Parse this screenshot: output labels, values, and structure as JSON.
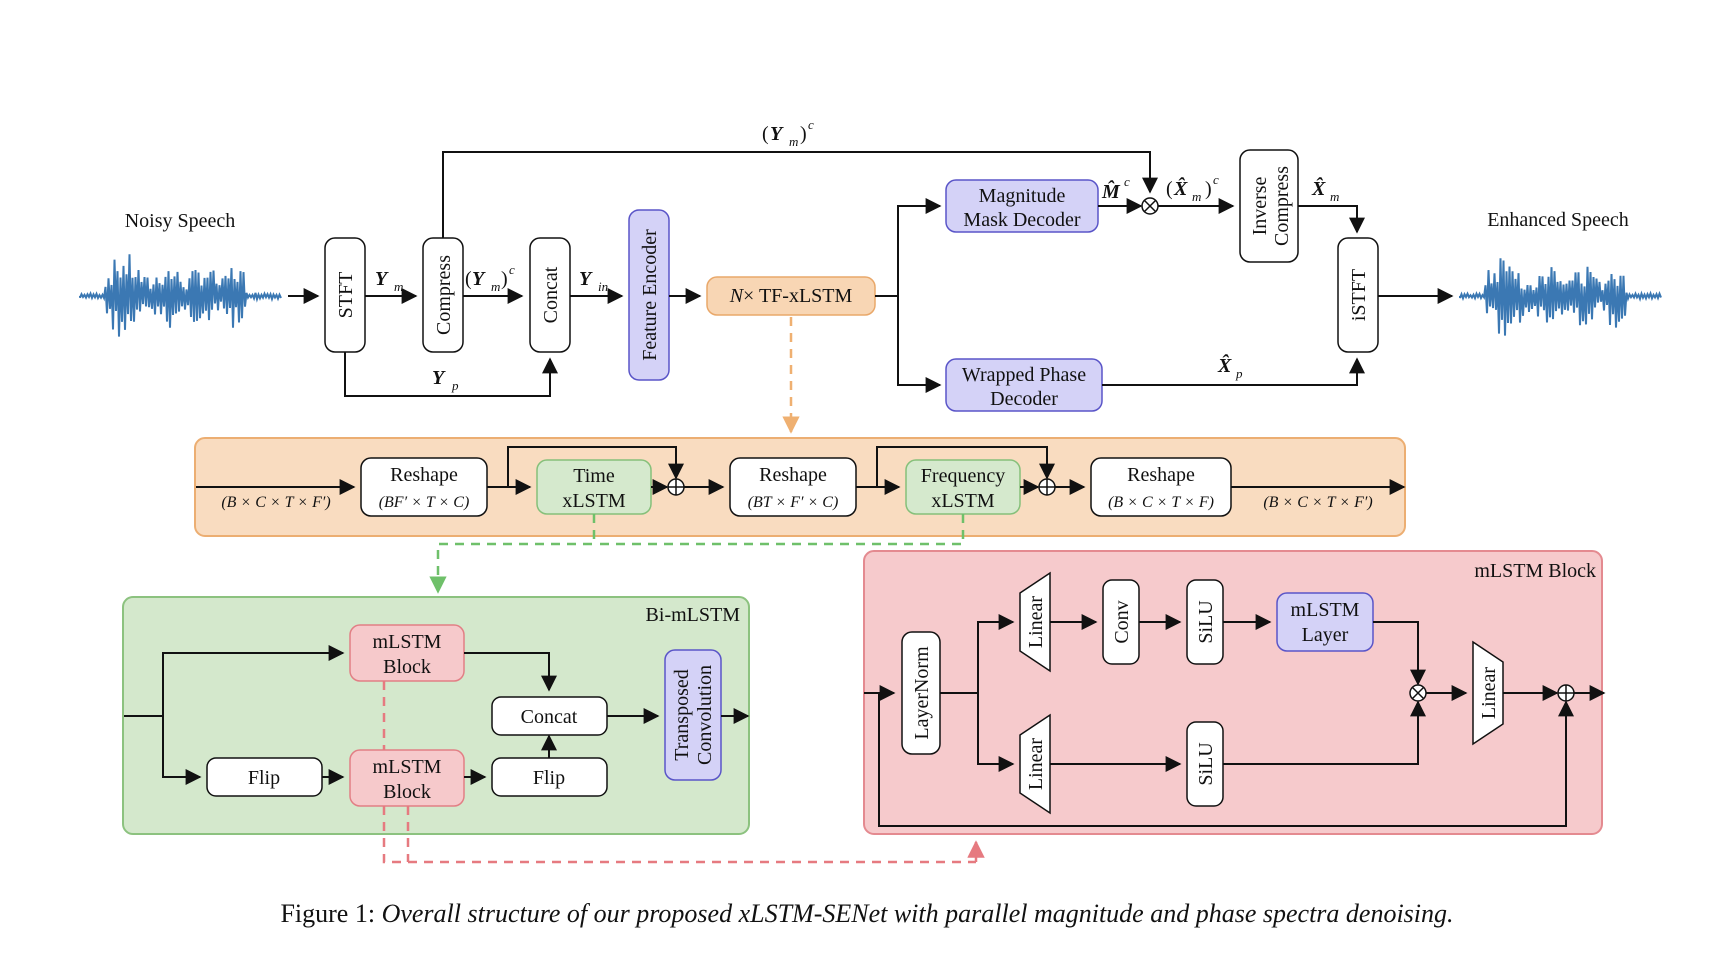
{
  "labels": {
    "noisy_speech": "Noisy Speech",
    "enhanced_speech": "Enhanced Speech",
    "stft": "STFT",
    "compress": "Compress",
    "concat": "Concat",
    "feature_encoder": "Feature Encoder",
    "tf_xlstm_prefix": "N",
    "tf_xlstm_suffix": "× TF-xLSTM",
    "mag_decoder_1": "Magnitude",
    "mag_decoder_2": "Mask Decoder",
    "phase_decoder_1": "Wrapped Phase",
    "phase_decoder_2": "Decoder",
    "inverse_compress_1": "Inverse",
    "inverse_compress_2": "Compress",
    "istft": "iSTFT",
    "ym": "Y",
    "ym_sub": "m",
    "ymc_open": "(",
    "ymc_close": ")",
    "ymc_sup": "c",
    "yin_sub": "in",
    "yp_sub": "p",
    "mhat": "M̂",
    "xhat": "X̂",
    "xm_sub": "m",
    "xp_sub": "p"
  },
  "tf_block": {
    "reshape": "Reshape",
    "time_1": "Time",
    "time_2": "xLSTM",
    "freq_1": "Frequency",
    "freq_2": "xLSTM",
    "dim_in": "(B × C × T × F′)",
    "dim_r1": "(BF′ × T × C)",
    "dim_r2": "(BT × F′ × C)",
    "dim_r3": "(B × C × T × F)",
    "dim_out": "(B × C × T × F′)"
  },
  "bi_mlstm": {
    "title": "Bi-mLSTM",
    "mlstm_1": "mLSTM",
    "mlstm_2": "Block",
    "flip": "Flip",
    "concat": "Concat",
    "transposed_1": "Transposed",
    "transposed_2": "Convolution"
  },
  "mlstm_block": {
    "title": "mLSTM Block",
    "layernorm": "LayerNorm",
    "linear": "Linear",
    "conv": "Conv",
    "silu": "SiLU",
    "layer_1": "mLSTM",
    "layer_2": "Layer"
  },
  "caption": {
    "prefix": "Figure 1: ",
    "text": "Overall structure of our proposed xLSTM-SENet with parallel magnitude and phase spectra denoising."
  },
  "colors": {
    "feature_encoder": "#d4d2f7",
    "tf_xlstm": "#f8d6b4",
    "time_freq_xlstm": "#d5e9cd",
    "mlstm_block": "#f6c9cb",
    "waveform": "#3b78b3"
  }
}
